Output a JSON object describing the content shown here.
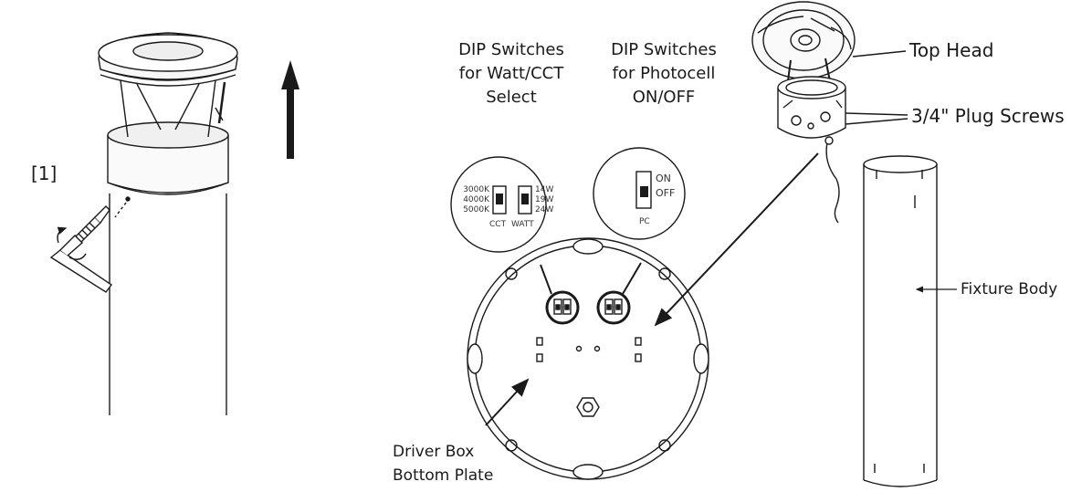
{
  "step_label": "[1]",
  "labels": {
    "dip_watt_cct": [
      "DIP Switches",
      "for Watt/CCT",
      "Select"
    ],
    "dip_photocell": [
      "DIP Switches",
      "for Photocell",
      "ON/OFF"
    ],
    "top_head": "Top Head",
    "plug_screws": "3/4\" Plug Screws",
    "fixture_body": "Fixture Body",
    "driver_box": [
      "Driver Box",
      "Bottom Plate"
    ]
  },
  "cct_switch": {
    "cct_options": [
      "3000K",
      "4000K",
      "5000K"
    ],
    "watt_options": [
      "14W",
      "19W",
      "24W"
    ],
    "cct_caption": "CCT",
    "watt_caption": "WATT"
  },
  "pc_switch": {
    "on_label": "ON",
    "off_label": "OFF",
    "caption": "PC"
  },
  "colors": {
    "line": "#1a1a1a",
    "paper": "#ffffff",
    "shade": "#e6e6e6"
  }
}
